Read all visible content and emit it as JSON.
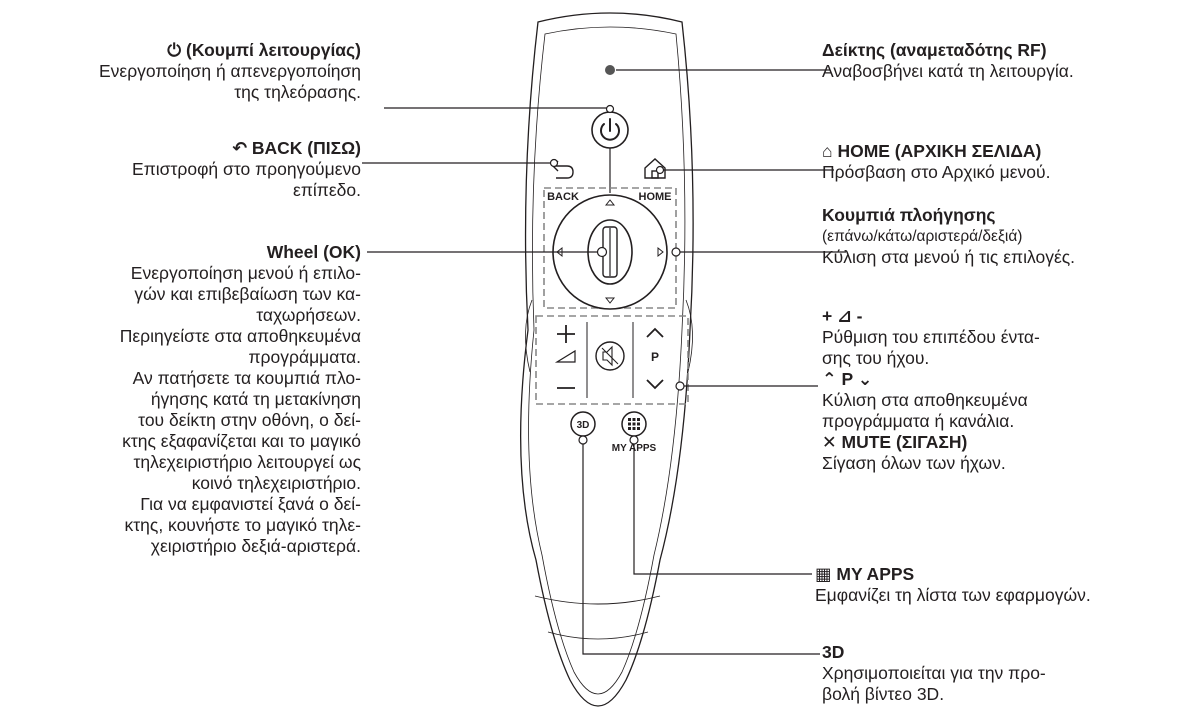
{
  "left": {
    "power": {
      "title": "(Κουμπί λειτουργίας)",
      "lines": [
        "Ενεργοποίηση ή απενεργοποίηση",
        "της τηλεόρασης."
      ]
    },
    "back": {
      "title": "BACK (ΠΙΣΩ)",
      "lines": [
        "Επιστροφή στο προηγούμενο",
        "επίπεδο."
      ]
    },
    "wheel": {
      "title": "Wheel (OK)",
      "lines": [
        "Ενεργοποίηση μενού ή επιλο-",
        "γών και επιβεβαίωση των κα-",
        "ταχωρήσεων.",
        "Περιηγείστε στα αποθηκευμένα",
        "προγράμματα.",
        "Αν πατήσετε τα κουμπιά πλο-",
        "ήγησης κατά τη μετακίνηση",
        "του δείκτη στην οθόνη, ο δεί-",
        "κτης εξαφανίζεται και το μαγικό",
        "τηλεχειριστήριο λειτουργεί ως",
        "κοινό τηλεχειριστήριο.",
        "Για να εμφανιστεί ξανά ο δεί-",
        "κτης, κουνήστε το μαγικό τηλε-",
        "χειριστήριο δεξιά-αριστερά."
      ]
    }
  },
  "right": {
    "pointer": {
      "title": "Δείκτης (αναμεταδότης RF)",
      "lines": [
        "Αναβοσβήνει κατά τη λειτουργία."
      ]
    },
    "home": {
      "title": "HOME (ΑΡΧΙΚΗ ΣΕΛΙΔΑ)",
      "lines": [
        "Πρόσβαση στο Αρχικό μενού."
      ]
    },
    "nav": {
      "title": "Κουμπιά πλοήγησης",
      "lines": [
        "(επάνω/κάτω/αριστερά/δεξιά)",
        "Κύλιση στα μενού ή τις επιλογές."
      ]
    },
    "volume": {
      "title": "+ ⊿ -",
      "lines": [
        "Ρύθμιση του επιπέδου έντα-",
        "σης του ήχου."
      ]
    },
    "program": {
      "title": "⌃ P ⌄",
      "lines": [
        "Κύλιση στα αποθηκευμένα",
        "προγράμματα ή κανάλια."
      ]
    },
    "mute": {
      "title": "MUTE (ΣΙΓΑΣΗ)",
      "lines": [
        "Σίγαση όλων των ήχων."
      ]
    },
    "myapps": {
      "title": "MY APPS",
      "lines": [
        "Εμφανίζει τη λίστα των εφαρμογών."
      ]
    },
    "threed": {
      "title": "3D",
      "lines": [
        "Χρησιμοποιείται για την προ-",
        "βολή βίντεο 3D."
      ]
    }
  },
  "remote": {
    "back_label": "BACK",
    "home_label": "HOME",
    "p_label": "P",
    "myapps_label": "MY APPS",
    "threed_label": "3D"
  },
  "icons": {
    "power": "power-icon",
    "back": "back-arrow-icon",
    "home": "home-icon",
    "mute": "mute-icon",
    "myapps": "grid-icon",
    "threed": "3d-icon"
  }
}
